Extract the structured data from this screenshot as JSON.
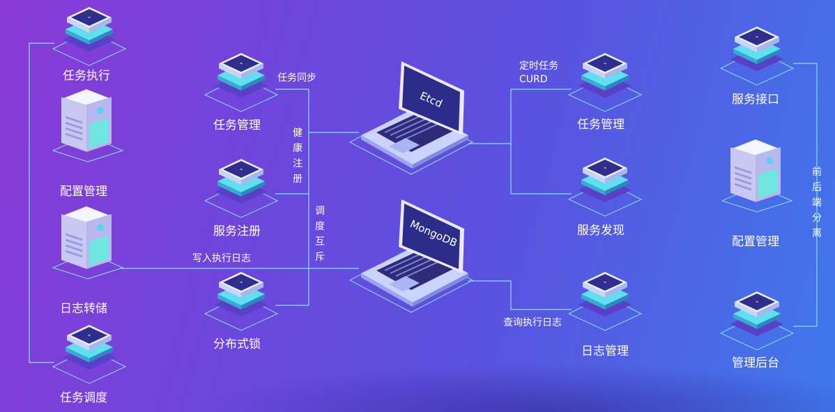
{
  "nodes": {
    "task_exec": "任务执行",
    "config_left": "配置管理",
    "log_store": "日志转储",
    "task_sched": "任务调度",
    "task_mgmt_mid": "任务管理",
    "service_reg": "服务注册",
    "dist_lock": "分布式锁",
    "etcd": "Etcd",
    "mongodb": "MongoDB",
    "task_mgmt_right": "任务管理",
    "service_disc": "服务发现",
    "log_mgmt": "日志管理",
    "service_api": "服务接口",
    "config_right": "配置管理",
    "admin_backend": "管理后台"
  },
  "edges": {
    "task_sync": "任务同步",
    "health_reg": "健康注册",
    "sched_mutex": "调度互斥",
    "write_log": "写入执行日志",
    "timed_task_1": "定时任务",
    "timed_task_2": "CURD",
    "query_log": "查询执行日志",
    "fe_be_sep": "前后端分离"
  },
  "colors": {
    "line": "#7fe7f7",
    "bg_start": "#8a3ad6",
    "bg_end": "#3f78ec"
  }
}
